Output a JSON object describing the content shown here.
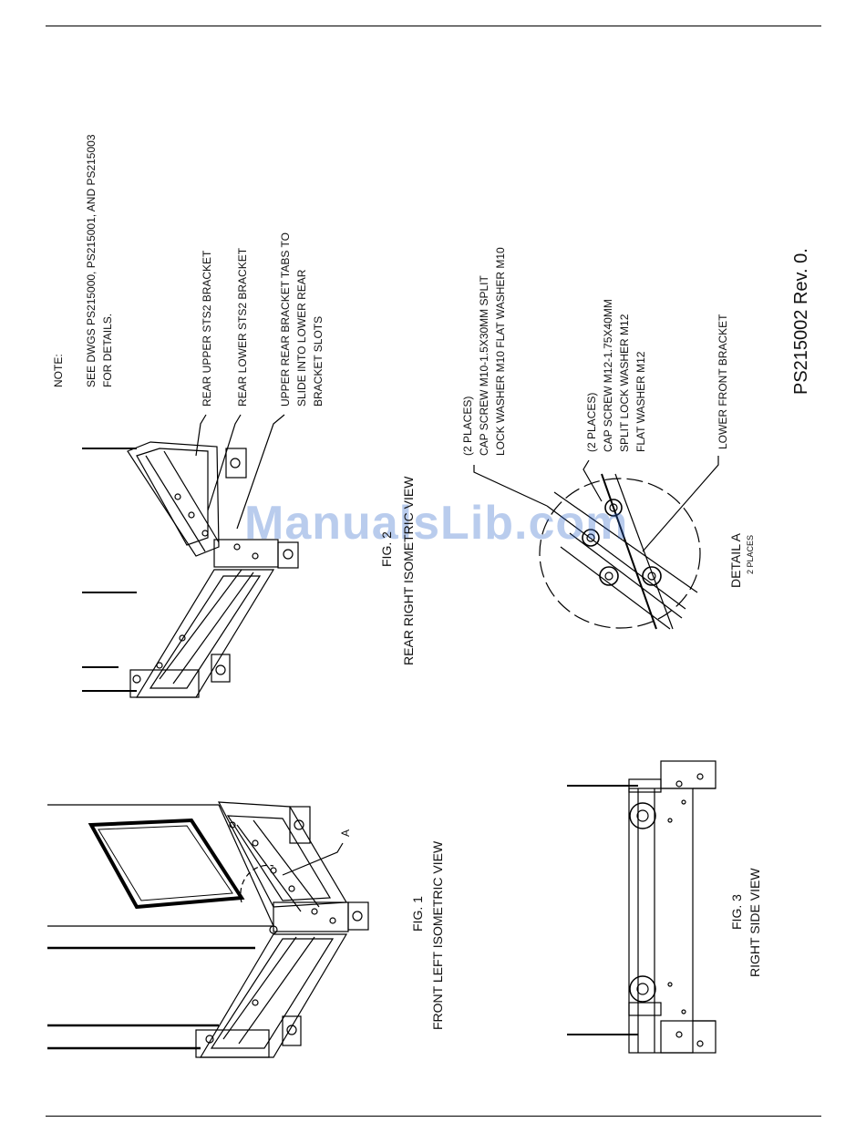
{
  "note": {
    "title": "NOTE:",
    "lines": [
      "SEE DWGS PS215000, PS215001, AND PS215003",
      "FOR DETAILS."
    ]
  },
  "callouts": {
    "rear_upper": "REAR UPPER STS2 BRACKET",
    "rear_lower": "REAR LOWER  STS2 BRACKET",
    "tabs": [
      "UPPER REAR BRACKET TABS TO",
      "SLIDE INTO LOWER REAR",
      "BRACKET SLOTS"
    ],
    "m10": [
      "(2 PLACES)",
      "CAP SCREW M10-1.5X30MM  SPLIT",
      "LOCK WASHER M10  FLAT WASHER M10"
    ],
    "m12": [
      "(2 PLACES)",
      "CAP SCREW M12-1.75X40MM",
      "SPLIT LOCK WASHER M12",
      "FLAT WASHER M12"
    ],
    "lower_front": "LOWER FRONT BRACKET",
    "detail_ref": "A"
  },
  "figures": {
    "fig1": {
      "number": "FIG. 1",
      "title": "FRONT LEFT ISOMETRIC VIEW"
    },
    "fig2": {
      "number": "FIG. 2",
      "title": "REAR RIGHT ISOMETRIC VIEW"
    },
    "fig3": {
      "number": "FIG. 3",
      "title": "RIGHT SIDE VIEW"
    },
    "detail": {
      "title": "DETAIL A",
      "sub": "2 PLACES"
    }
  },
  "doc_number": "PS215002 Rev. 0.",
  "watermark": "ManualsLib.com"
}
